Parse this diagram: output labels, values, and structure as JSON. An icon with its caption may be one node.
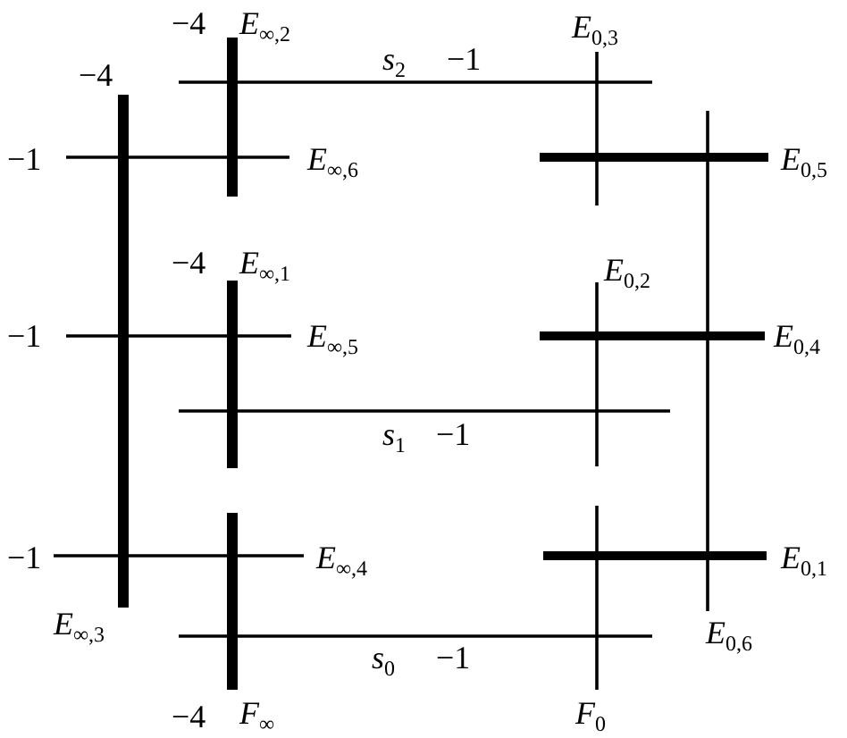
{
  "diagram": {
    "labels": [
      "−4",
      "*E*$_{∞,2}$",
      "*E*$_{0,3}$",
      "−4",
      "*s*$_{2}$",
      "−1",
      "−1",
      "*E*$_{∞,6}$",
      "*E*$_{0,5}$",
      "−4",
      "*E*$_{∞,1}$",
      "*E*$_{0,2}$",
      "−1",
      "*E*$_{∞,5}$",
      "*E*$_{0,4}$",
      "*s*$_{1}$",
      "−1",
      "−1",
      "*E*$_{∞,4}$",
      "*E*$_{0,1}$",
      "*E*$_{∞,3}$",
      "*E*$_{0,6}$",
      "*s*$_{0}$",
      "−1",
      "−4",
      "*F*$_{∞}$",
      "*F*$_{0}$"
    ]
  }
}
